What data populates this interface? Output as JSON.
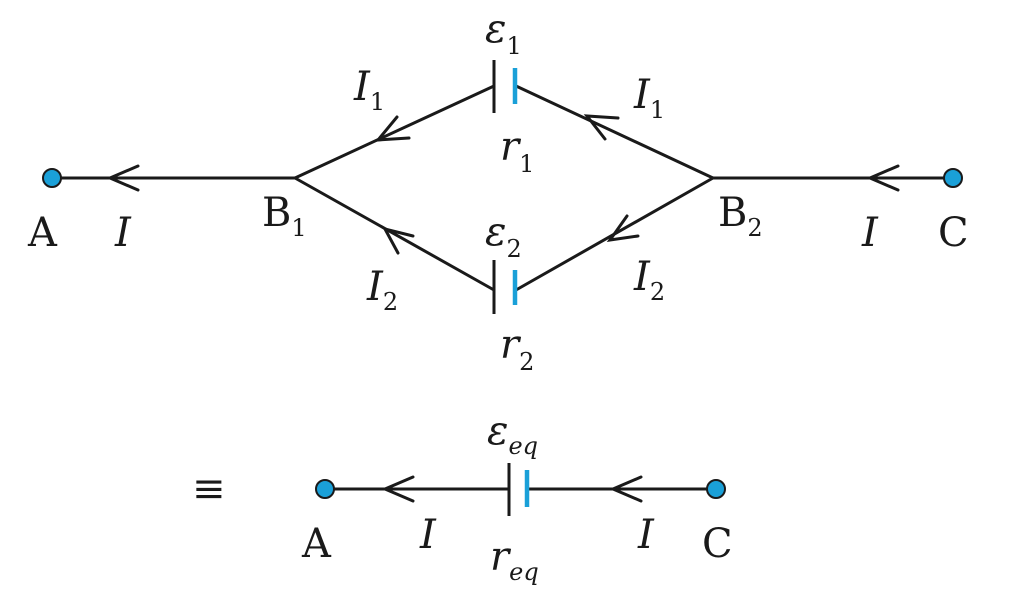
{
  "colors": {
    "accent": "#1aa0d8",
    "wire": "#1a1a1a"
  },
  "top_circuit": {
    "node_a": "A",
    "node_c": "C",
    "junction_1": {
      "main": "B",
      "sub": "1"
    },
    "junction_2": {
      "main": "B",
      "sub": "2"
    },
    "current_main": "I",
    "branch_1": {
      "emf": "ε",
      "emf_sub": "1",
      "r": "r",
      "r_sub": "1",
      "current": "I",
      "current_sub": "1"
    },
    "branch_2": {
      "emf": "ε",
      "emf_sub": "2",
      "r": "r",
      "r_sub": "2",
      "current": "I",
      "current_sub": "2"
    }
  },
  "equivalent": {
    "symbol": "≡",
    "node_a": "A",
    "node_c": "C",
    "current": "I",
    "emf": "ε",
    "emf_sub": "eq",
    "r": "r",
    "r_sub": "eq"
  }
}
